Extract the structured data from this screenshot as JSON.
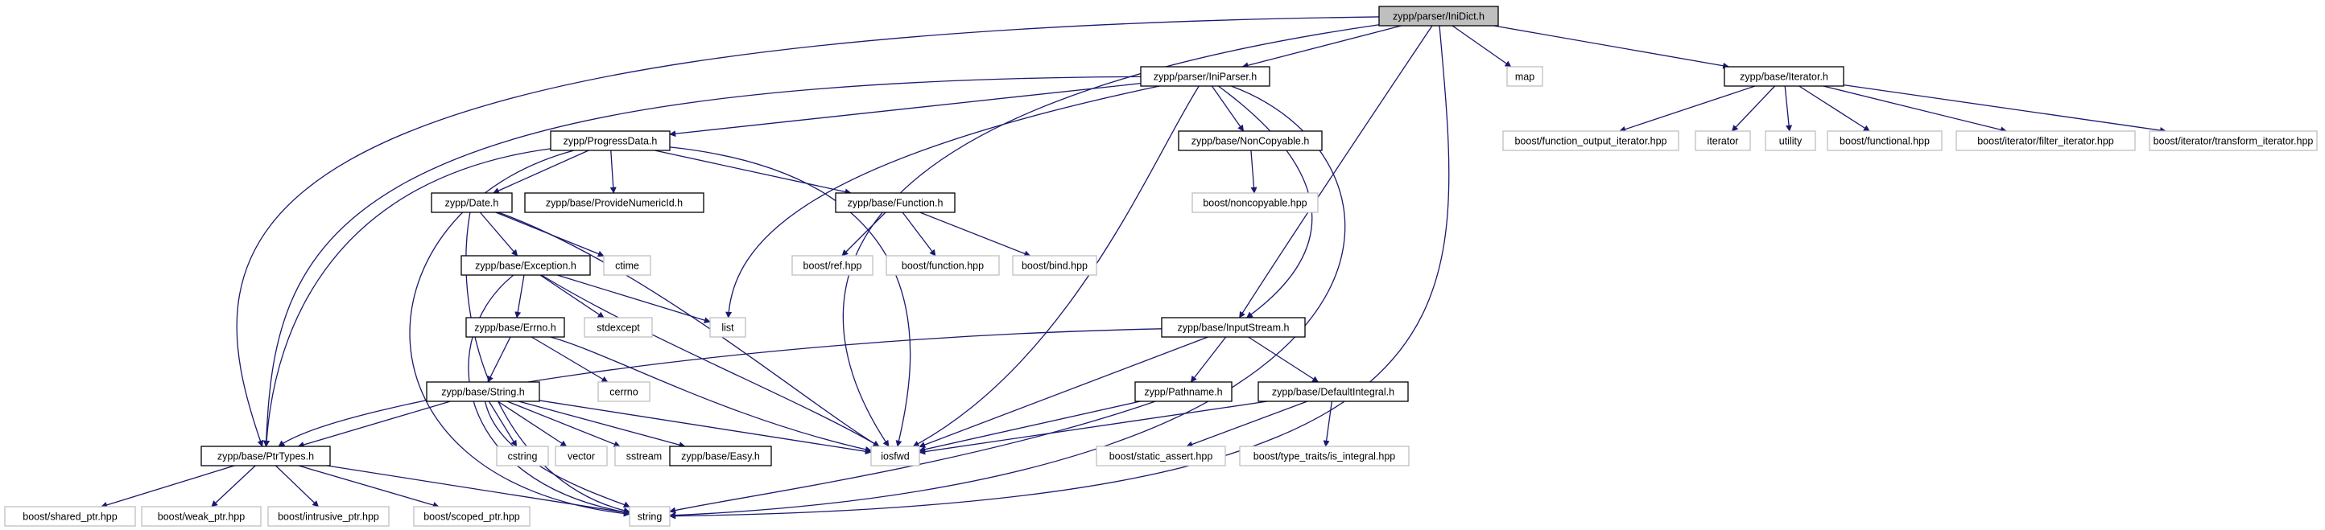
{
  "colors": {
    "root_fill": "#bfbfbf",
    "node_border": "#000000",
    "external_border": "#bfbfbf",
    "edge": "#191970",
    "text": "#000000"
  },
  "nodes": {
    "inidict": "zypp/parser/IniDict.h",
    "iniparser": "zypp/parser/IniParser.h",
    "map": "map",
    "iterator_h": "zypp/base/Iterator.h",
    "progressdata": "zypp/ProgressData.h",
    "noncopyable": "zypp/base/NonCopyable.h",
    "bf_output_iter": "boost/function_output_iterator.hpp",
    "iterator": "iterator",
    "utility": "utility",
    "bfunctional": "boost/functional.hpp",
    "bfilter": "boost/iterator/filter_iterator.hpp",
    "btransform": "boost/iterator/transform_iterator.hpp",
    "date": "zypp/Date.h",
    "providenumericid": "zypp/base/ProvideNumericId.h",
    "function": "zypp/base/Function.h",
    "bnoncopyable": "boost/noncopyable.hpp",
    "exception": "zypp/base/Exception.h",
    "ctime": "ctime",
    "bref": "boost/ref.hpp",
    "bfunction": "boost/function.hpp",
    "bbind": "boost/bind.hpp",
    "stdexcept": "stdexcept",
    "list": "list",
    "inputstream": "zypp/base/InputStream.h",
    "errno": "zypp/base/Errno.h",
    "cerrno": "cerrno",
    "string_h": "zypp/base/String.h",
    "pathname": "zypp/Pathname.h",
    "defaultintegral": "zypp/base/DefaultIntegral.h",
    "cstring": "cstring",
    "vector": "vector",
    "sstream": "sstream",
    "easy": "zypp/base/Easy.h",
    "ptrtypes": "zypp/base/PtrTypes.h",
    "iosfwd": "iosfwd",
    "bstatic": "boost/static_assert.hpp",
    "bistype": "boost/type_traits/is_integral.hpp",
    "bshared": "boost/shared_ptr.hpp",
    "bweak": "boost/weak_ptr.hpp",
    "bintrusive": "boost/intrusive_ptr.hpp",
    "bscoped": "boost/scoped_ptr.hpp",
    "string": "string"
  }
}
